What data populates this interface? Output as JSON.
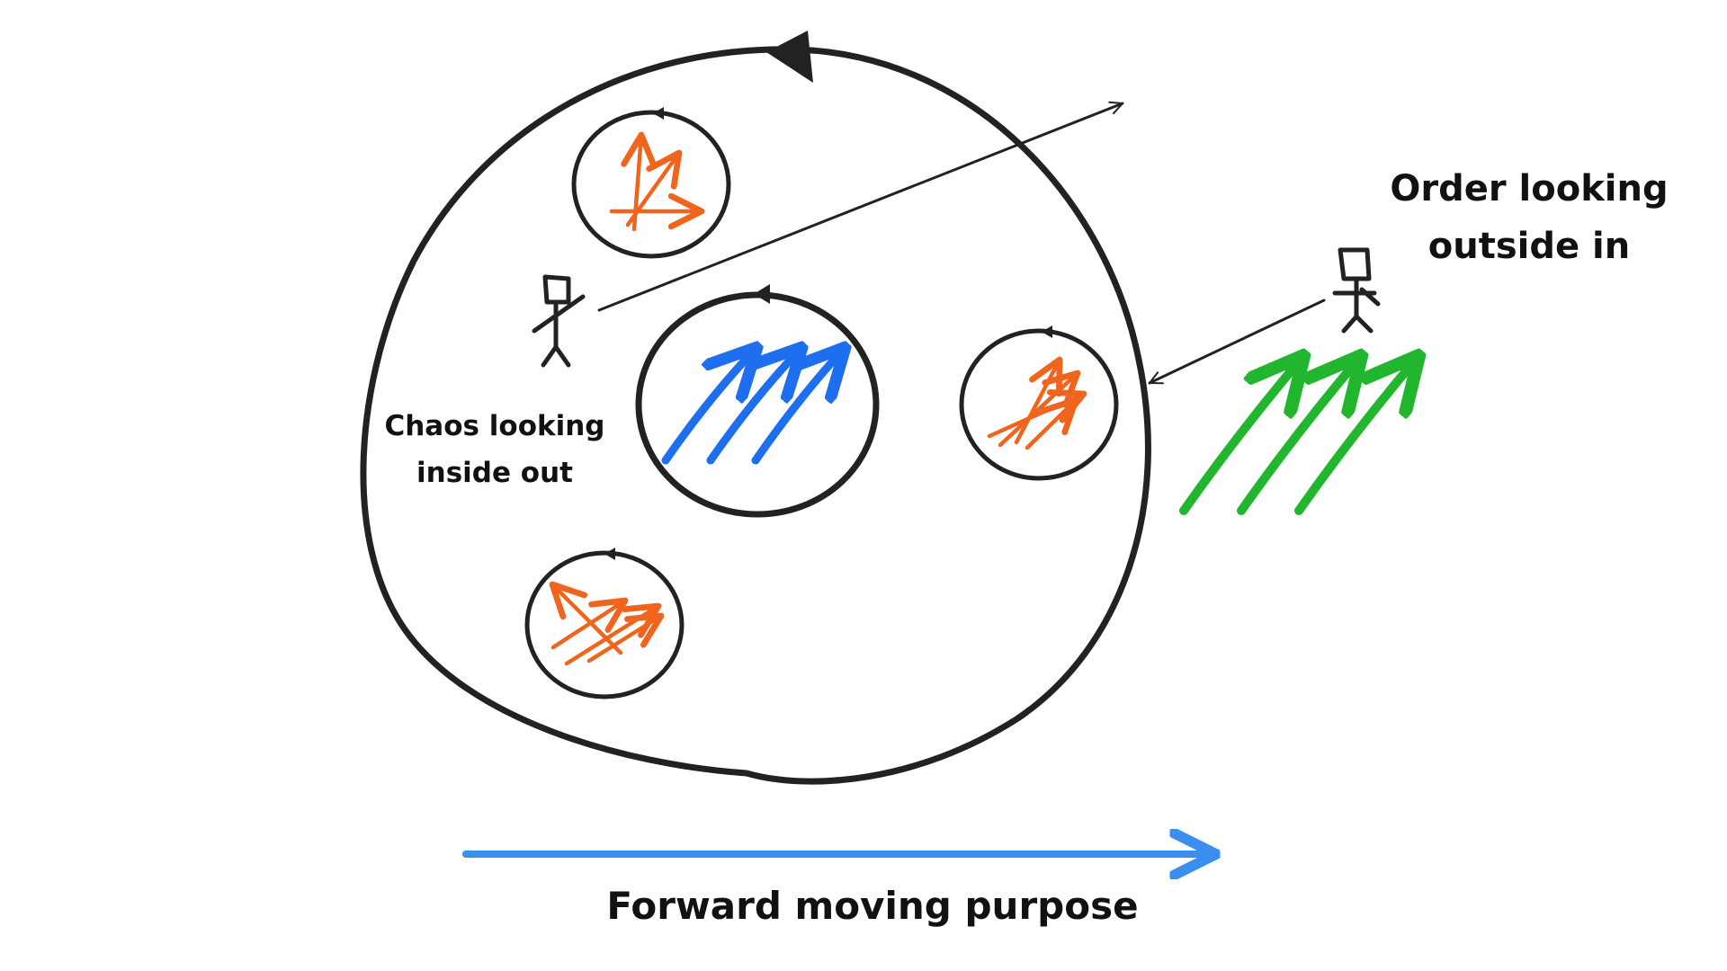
{
  "labels": {
    "chaos": {
      "line1": "Chaos looking",
      "line2": "inside out"
    },
    "order": {
      "line1": "Order looking",
      "line2": "outside in"
    },
    "purpose": "Forward moving purpose"
  },
  "colors": {
    "stroke": "#222222",
    "orange": "#f0641e",
    "blue": "#1e6ef0",
    "green": "#22b62e",
    "purpose_arrow": "#3a8ef0"
  }
}
